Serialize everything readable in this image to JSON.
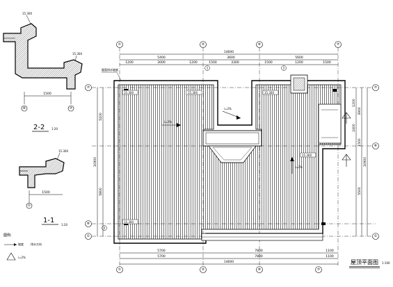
{
  "drawing": {
    "title": "屋顶平面图",
    "title_scale": "1:100",
    "section_2_2_label": "2-2",
    "section_2_2_scale": "1:20",
    "section_1_1_label": "1-1",
    "section_1_1_scale": "1:20",
    "legend_title": "图例:",
    "legend_item_label": "坡度",
    "legend_item_text": "排水方向"
  },
  "axes": {
    "top": [
      "①",
      "②",
      "⑥",
      "⑦"
    ],
    "left": [
      "⑦",
      "⑥",
      "①"
    ],
    "right": [
      "⑦",
      "⑥",
      "①"
    ],
    "bottom": [
      "①",
      "②",
      "⑥",
      "⑦"
    ],
    "detail_2_2": [
      "⑥",
      "⑦"
    ],
    "detail_1_1": [
      "①"
    ]
  },
  "dimensions": {
    "top_overall": "14600",
    "top_segments": [
      "5400",
      "3600",
      "5600"
    ],
    "top_sub": [
      "1200",
      "3000",
      "1200",
      "1500",
      "3300",
      "1500",
      "1200",
      "1500"
    ],
    "bottom_overall": "14600",
    "bottom_segments": [
      "5700",
      "7800",
      "1100"
    ],
    "bottom_sub": [
      "5700",
      "7800",
      "1100"
    ],
    "left_overall": "10900",
    "left_segments": [
      "5100",
      "5800"
    ],
    "right_overall": "10900",
    "right_segments": [
      "3900",
      "1500",
      "5500"
    ],
    "right_sub": [
      "1200",
      "2400"
    ],
    "detail_2_2_width": "1500",
    "detail_1_1_width": "1500"
  },
  "annotations": {
    "slope_labels": [
      "i=2%",
      "i=2%",
      "i=2%",
      "i=2%"
    ],
    "elevations": [
      "15.300",
      "15.300",
      "15.300",
      "15.300",
      "15.300",
      "15.300",
      "15.300",
      "15.300"
    ],
    "detail_refs": [
      "1",
      "2",
      "3"
    ],
    "roof_note": "屋面排水坡度"
  }
}
